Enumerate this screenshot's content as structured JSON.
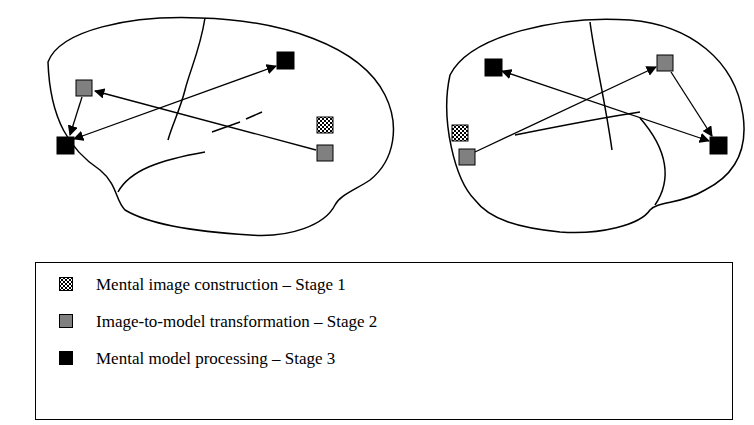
{
  "diagram": {
    "legend": [
      {
        "text": "Mental image construction – Stage 1"
      },
      {
        "text": "Image-to-model transformation – Stage 2",
        "color": "#808080"
      },
      {
        "text": "Mental model processing – Stage 3",
        "color": "#000000"
      }
    ]
  }
}
